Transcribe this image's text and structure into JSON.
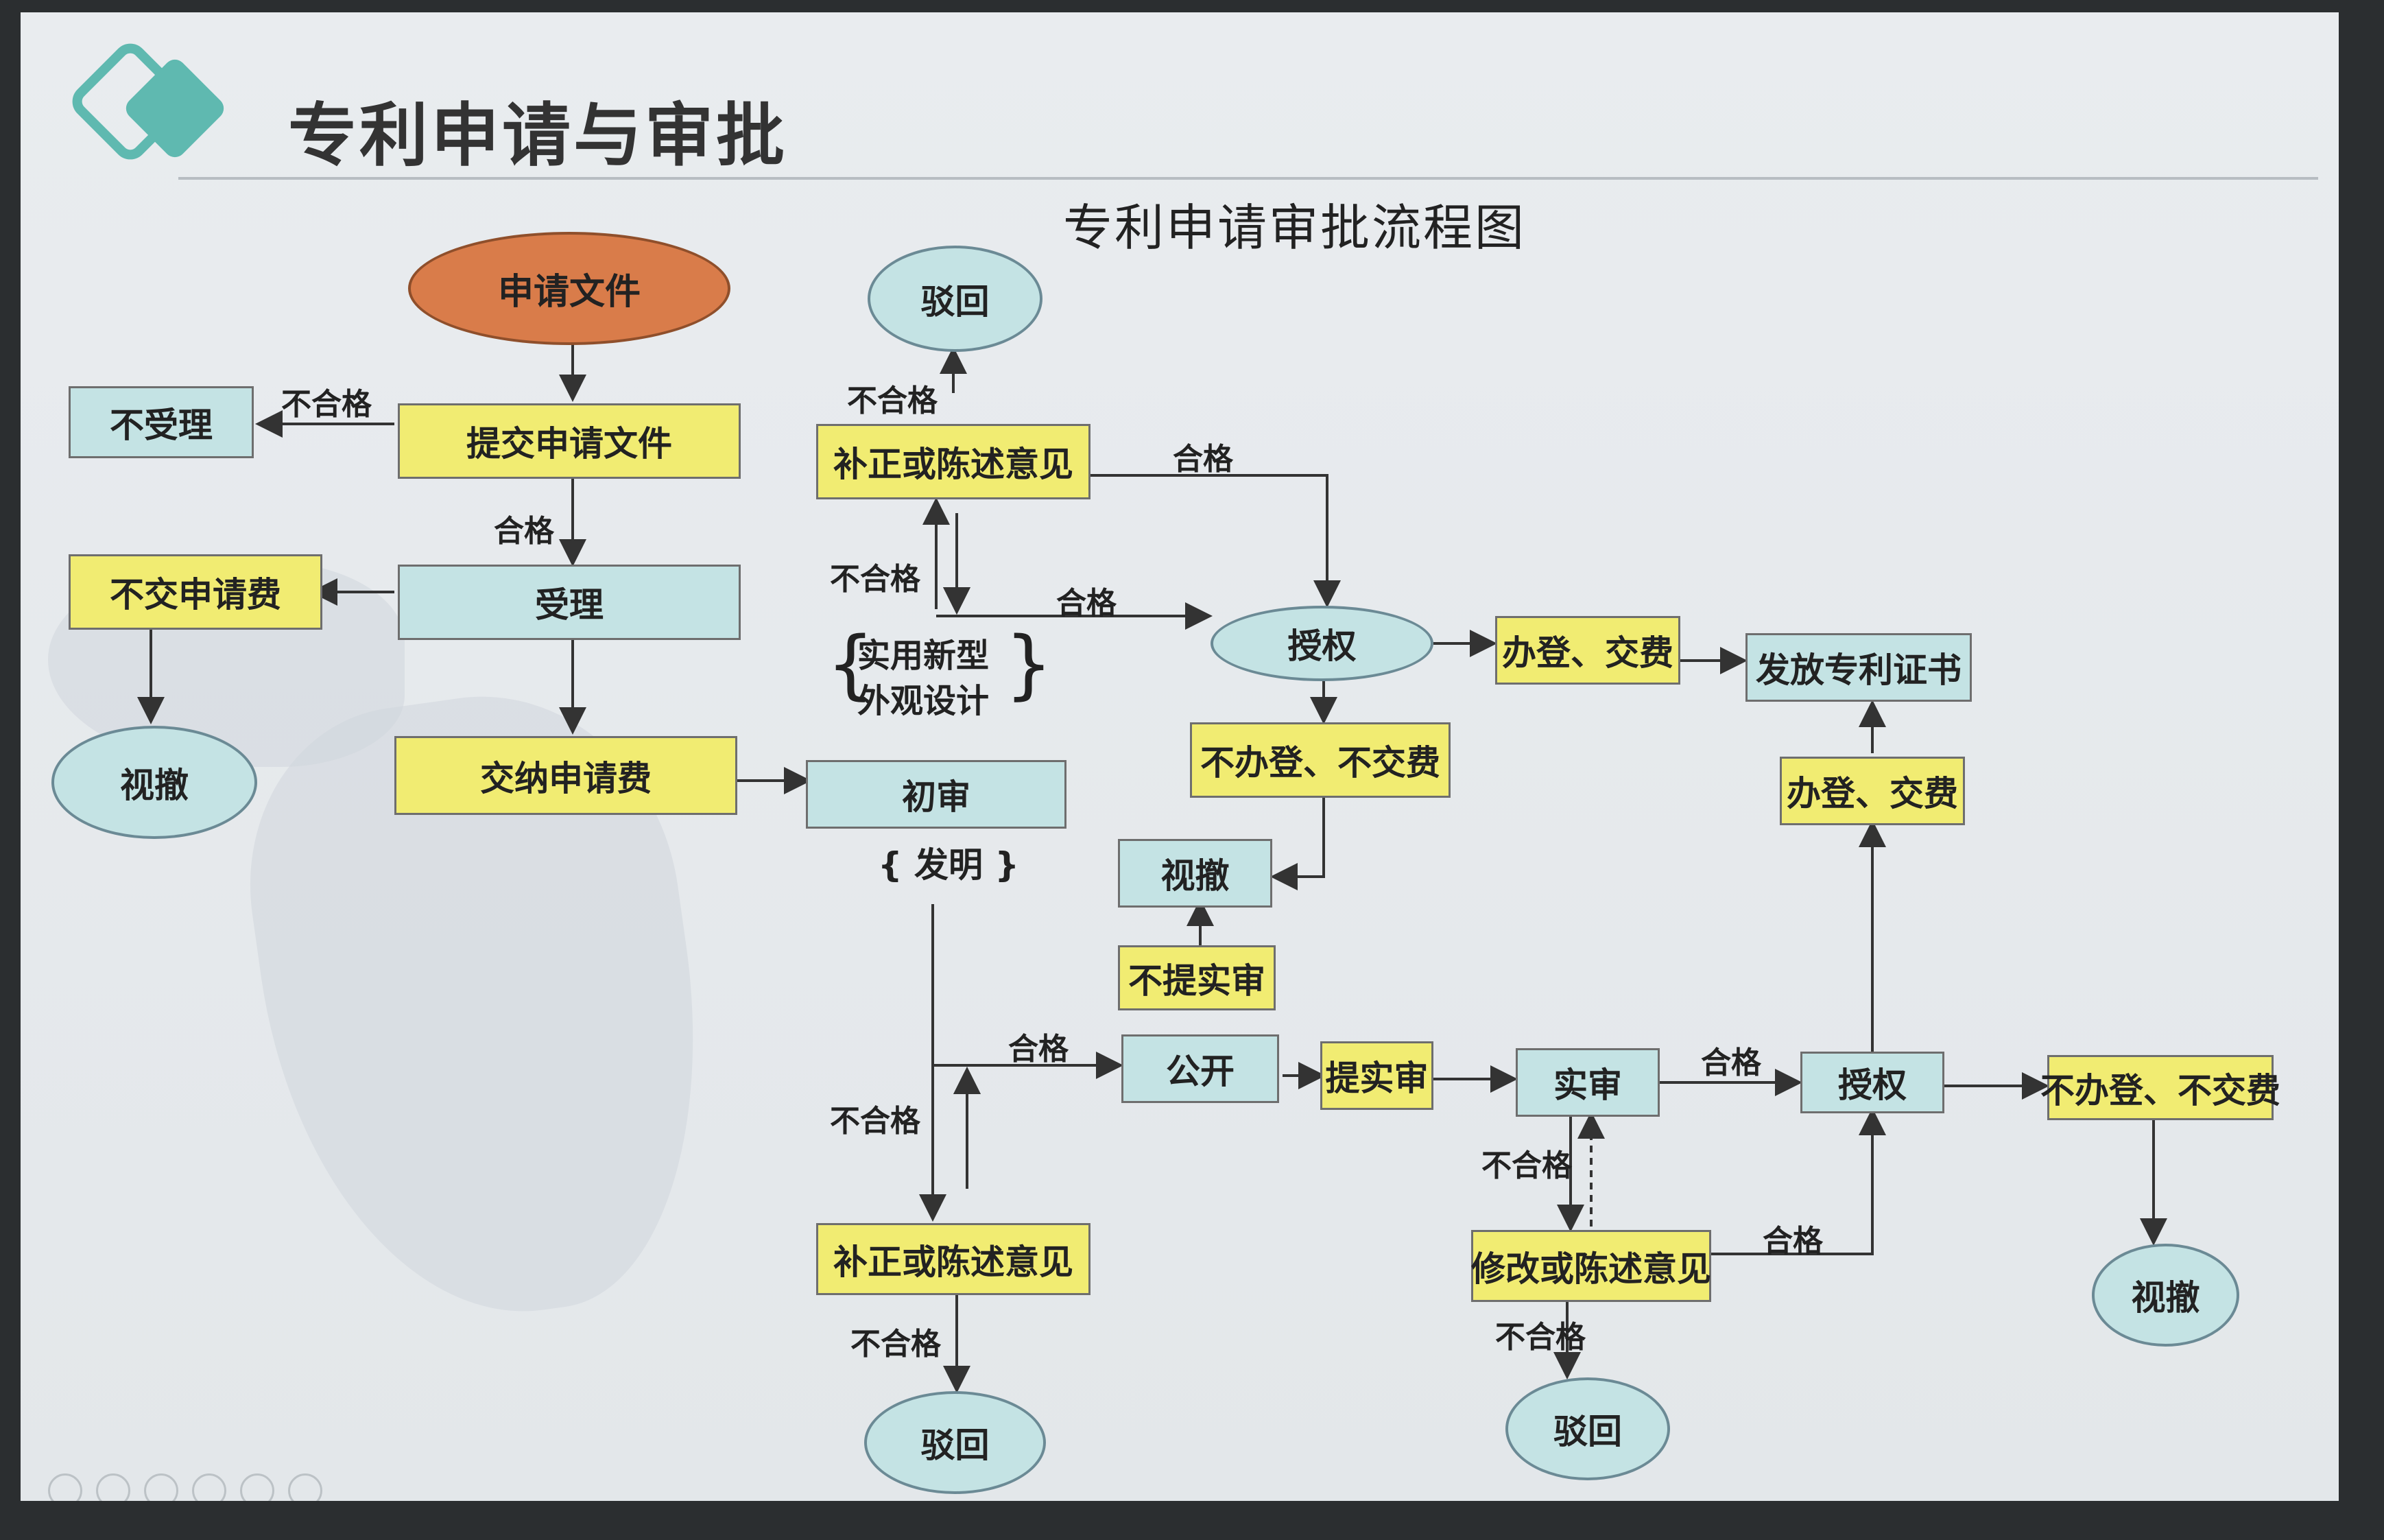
{
  "slide": {
    "title": "专利申请与审批",
    "subtitle": "专利申请审批流程图"
  },
  "nodes": {
    "application_documents": "申请文件",
    "not_accepted": "不受理",
    "submit_application": "提交申请文件",
    "no_fee_paid": "不交申请费",
    "accepted": "受理",
    "deemed_withdrawn_1": "视撤",
    "pay_fee": "交纳申请费",
    "rejected_1": "驳回",
    "amend_or_statement_1": "补正或陈述意见",
    "utility_design_1": "实用新型",
    "utility_design_2": "外观设计",
    "preliminary_exam": "初审",
    "invention": "发明",
    "grant_1": "授权",
    "register_pay_1": "办登、交费",
    "issue_certificate": "发放专利证书",
    "no_register_1": "不办登、不交费",
    "deemed_withdrawn_2": "视撤",
    "no_substantive_request": "不提实审",
    "publication": "公开",
    "request_substantive": "提实审",
    "substantive_exam": "实审",
    "grant_2": "授权",
    "register_pay_2": "办登、交费",
    "no_register_2": "不办登、不交费",
    "deemed_withdrawn_3": "视撤",
    "amend_or_statement_2": "补正或陈述意见",
    "rejected_2": "驳回",
    "modify_or_statement": "修改或陈述意见",
    "rejected_3": "驳回"
  },
  "edge_labels": {
    "fail": "不合格",
    "pass": "合格"
  },
  "colors": {
    "yellow_box": "#f1ec72",
    "cyan_box": "#c4e3e4",
    "start_node": "#d97c4a",
    "arrow": "#333333"
  }
}
